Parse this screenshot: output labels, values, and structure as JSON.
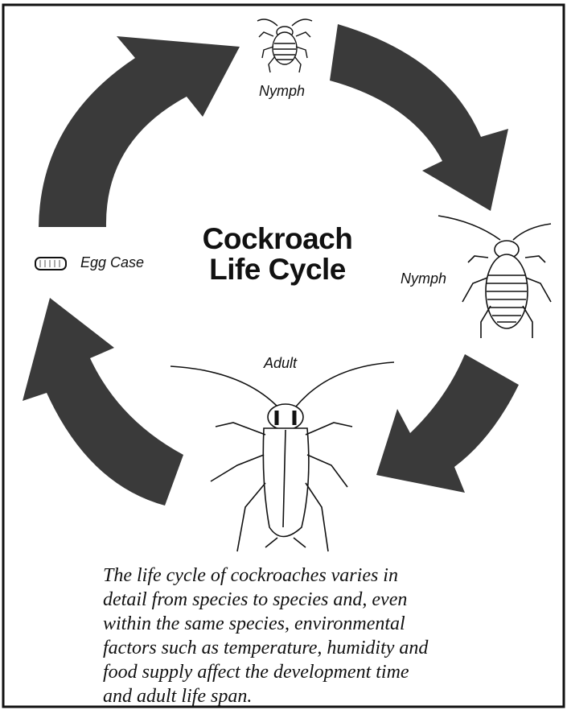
{
  "diagram": {
    "title_line1": "Cockroach",
    "title_line2": "Life Cycle",
    "stages": {
      "nymph_top": "Nymph",
      "nymph_right": "Nymph",
      "adult": "Adult",
      "egg_case": "Egg Case"
    },
    "arrow_color": "#3a3a3a"
  },
  "caption": {
    "lines": [
      "The life cycle of cockroaches varies in",
      "detail from species to species and, even",
      "within the same species, environmental",
      "factors such as temperature, humidity and",
      "food supply affect the development time",
      "and adult life span."
    ]
  }
}
